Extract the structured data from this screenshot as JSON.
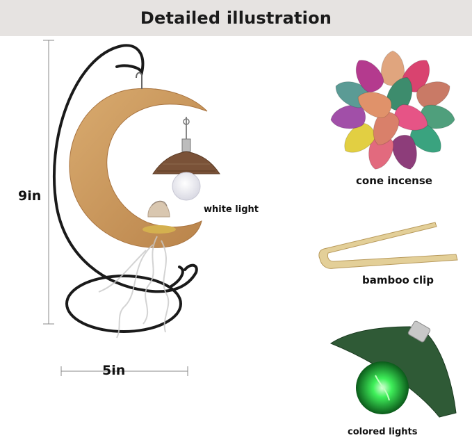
{
  "header": {
    "title": "Detailed illustration"
  },
  "dimensions": {
    "height": "9in",
    "width": "5in"
  },
  "labels": {
    "white_light": "white light",
    "cone_incense": "cone incense",
    "bamboo_clip": "bamboo clip",
    "colored_lights": "colored lights"
  },
  "colors": {
    "banner": "#e6e3e1",
    "wood": "#c9955a",
    "iron": "#1a1a1a",
    "lamp_shade": "#7a5238",
    "green_light": "#28e04a",
    "bamboo": "#e3cf98"
  },
  "cone_colors": [
    "#e0a57e",
    "#d9436f",
    "#c97a66",
    "#4f9f7c",
    "#3aa37f",
    "#8d3d7a",
    "#e26a7e",
    "#e2cf42",
    "#a14fa8",
    "#5b9b95",
    "#b43a8e",
    "#3d8c6d",
    "#e65486",
    "#d9806a",
    "#e0926a"
  ]
}
